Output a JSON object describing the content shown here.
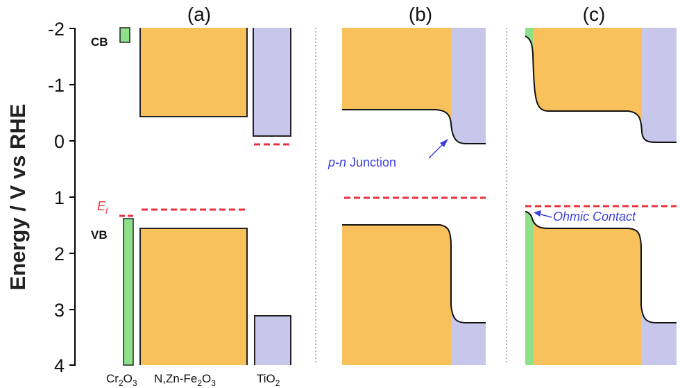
{
  "colors": {
    "orange": "#F8C15C",
    "lavender": "#C7C7EC",
    "green": "#8EE08A",
    "fermi": "#E8323F",
    "annotation": "#3A3FD8",
    "divider": "#999999"
  },
  "axis": {
    "label": "Energy / V vs RHE",
    "ticks": [
      "-2",
      "-1",
      "0",
      "1",
      "2",
      "3",
      "4"
    ]
  },
  "labels": {
    "cb": "CB",
    "vb": "VB",
    "ef_main": "E",
    "ef_sub": "f"
  },
  "panels": {
    "a": "(a)",
    "b": "(b)",
    "c": "(c)"
  },
  "materials": {
    "cr2o3": {
      "base": "Cr",
      "s1": "2",
      "mid": "O",
      "s2": "3"
    },
    "nzfo": {
      "base": "N,Zn-Fe",
      "s1": "2",
      "mid": "O",
      "s2": "3"
    },
    "tio2": {
      "base": "TiO",
      "s1": "2"
    }
  },
  "annotations": {
    "pn_italic": "p-n",
    "pn_rest": " Junction",
    "ohmic": "Ohmic Contact"
  }
}
